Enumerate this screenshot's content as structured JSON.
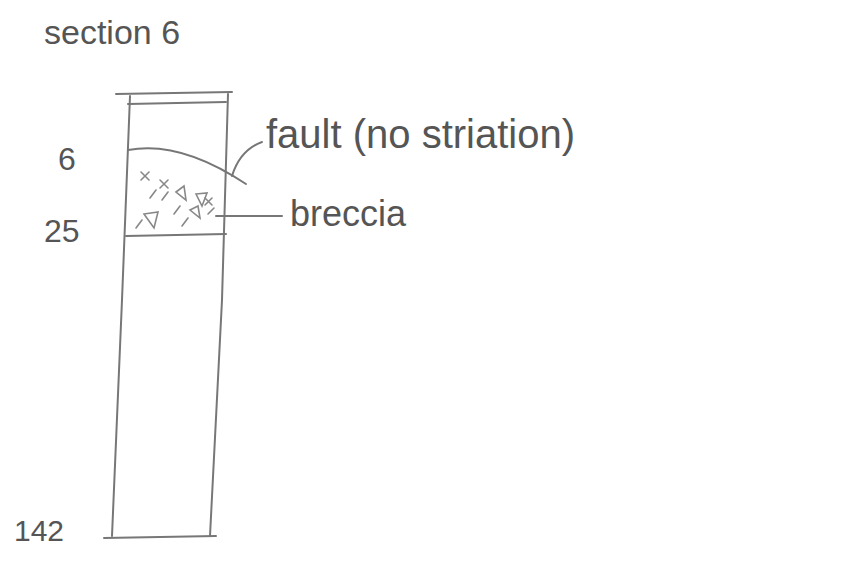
{
  "diagram": {
    "title": "section 6",
    "labels": [
      "6",
      "25",
      "142",
      "fault (no striation)",
      "breccia"
    ]
  }
}
